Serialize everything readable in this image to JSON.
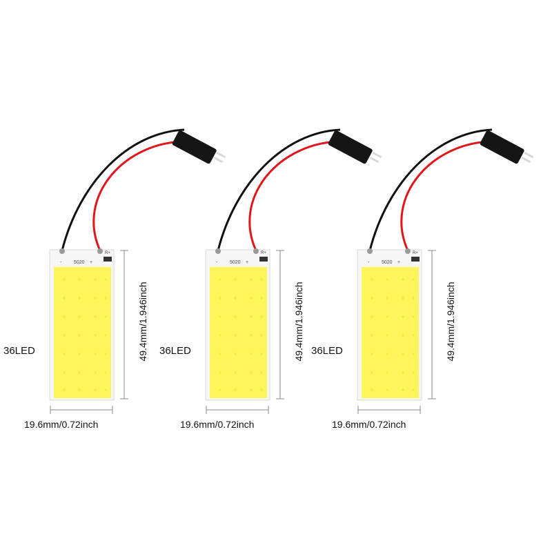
{
  "panels": [
    {
      "led_count": "36LED",
      "width_label": "19.6mm/0.72inch",
      "height_label": "49.4mm/1.946inch",
      "board_print": {
        "minus": "-",
        "model": "5020",
        "plus": "+",
        "r_mark": "R+"
      }
    },
    {
      "led_count": "36LED",
      "width_label": "19.6mm/0.72inch",
      "height_label": "49.4mm/1.946inch",
      "board_print": {
        "minus": "-",
        "model": "5020",
        "plus": "+",
        "r_mark": "R+"
      }
    },
    {
      "led_count": "36LED",
      "width_label": "19.6mm/0.72inch",
      "height_label": "49.4mm/1.946inch",
      "board_print": {
        "minus": "-",
        "model": "5020",
        "plus": "+",
        "r_mark": "R+"
      }
    }
  ],
  "colors": {
    "wire_red": "#e0161b",
    "wire_black": "#111111",
    "led_panel": "#fdf65a",
    "board": "#f6f6f6",
    "connector": "#151515",
    "pins": "#d8d8d8"
  },
  "icons": {
    "board": "cob-led-panel-icon",
    "connector": "t10-connector-icon"
  }
}
